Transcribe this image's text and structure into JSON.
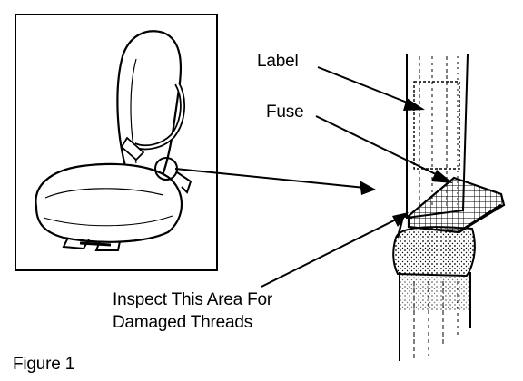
{
  "labels": {
    "label": "Label",
    "fuse": "Fuse",
    "inspect_line1": "Inspect This Area For",
    "inspect_line2": "Damaged Threads",
    "figure": "Figure 1"
  },
  "colors": {
    "ink": "#000000",
    "paper": "#ffffff"
  }
}
